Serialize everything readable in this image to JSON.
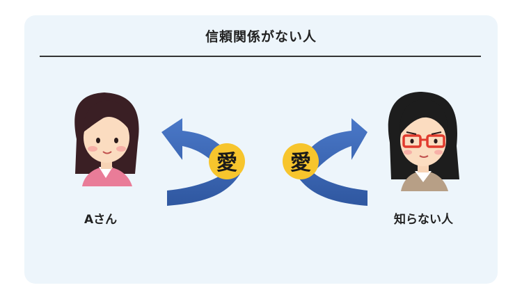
{
  "title": "信頼関係がない人",
  "people": {
    "left": {
      "label": "Aさん",
      "icon": "woman-pink-shirt-icon"
    },
    "right": {
      "label": "知らない人",
      "icon": "woman-glasses-icon"
    }
  },
  "badges": {
    "left": "愛",
    "right": "愛"
  },
  "colors": {
    "card": "#edf5fb",
    "arrow": "#3c66b4",
    "badge": "#f7c52d"
  }
}
